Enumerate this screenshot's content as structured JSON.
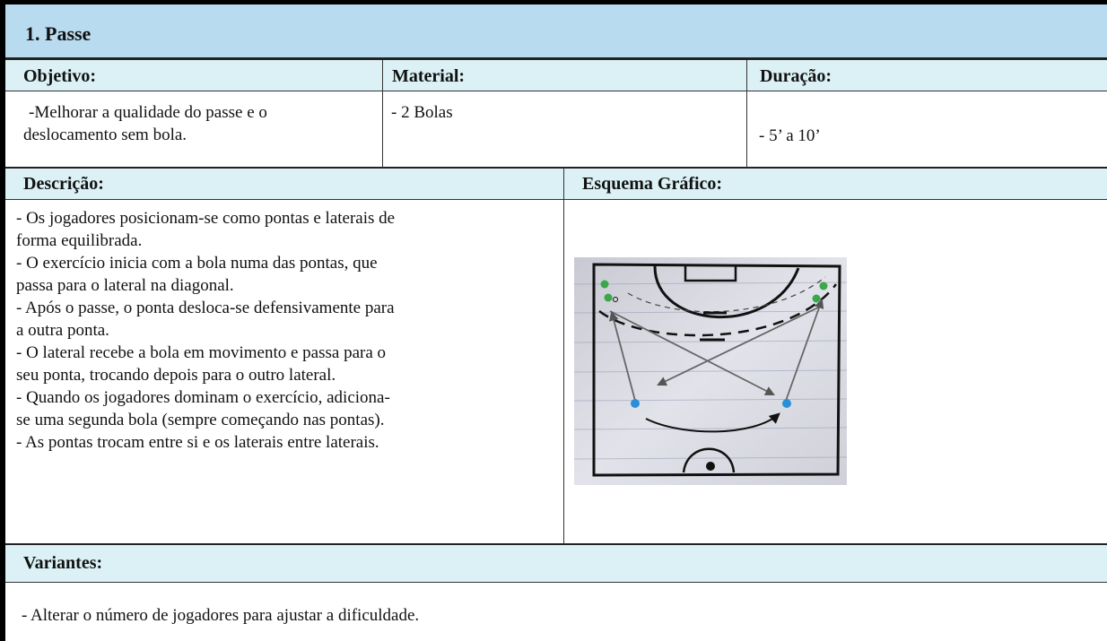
{
  "title": "1. Passe",
  "headers": {
    "objetivo": "Objetivo:",
    "material": "Material:",
    "duracao": "Duração:",
    "descricao": "Descrição:",
    "esquema": "Esquema Gráfico:",
    "variantes": "Variantes:"
  },
  "objetivo": {
    "line1": "-Melhorar a qualidade do passe e o",
    "line2": "deslocamento sem bola."
  },
  "material": "- 2 Bolas",
  "duracao": "- 5’ a 10’",
  "descricao_lines": [
    "- Os jogadores posicionam-se como pontas e laterais de",
    "forma equilibrada.",
    "- O exercício inicia com a bola numa das pontas, que",
    "passa para o lateral na diagonal.",
    "- Após o passe, o ponta desloca-se defensivamente para",
    "a outra ponta.",
    "- O lateral recebe a bola em movimento e passa para o",
    "seu ponta, trocando depois para o outro lateral.",
    "- Quando os jogadores dominam o exercício, adiciona-",
    "se uma segunda bola (sempre começando nas pontas).",
    "-  As pontas trocam entre si e os laterais entre laterais."
  ],
  "variantes": "- Alterar o número de jogadores para ajustar a dificuldade.",
  "colors": {
    "title_bg": "#b9dbef",
    "header_bg": "#dbf1f6",
    "green_player": "#3aa84a",
    "blue_player": "#2a8fd8"
  }
}
